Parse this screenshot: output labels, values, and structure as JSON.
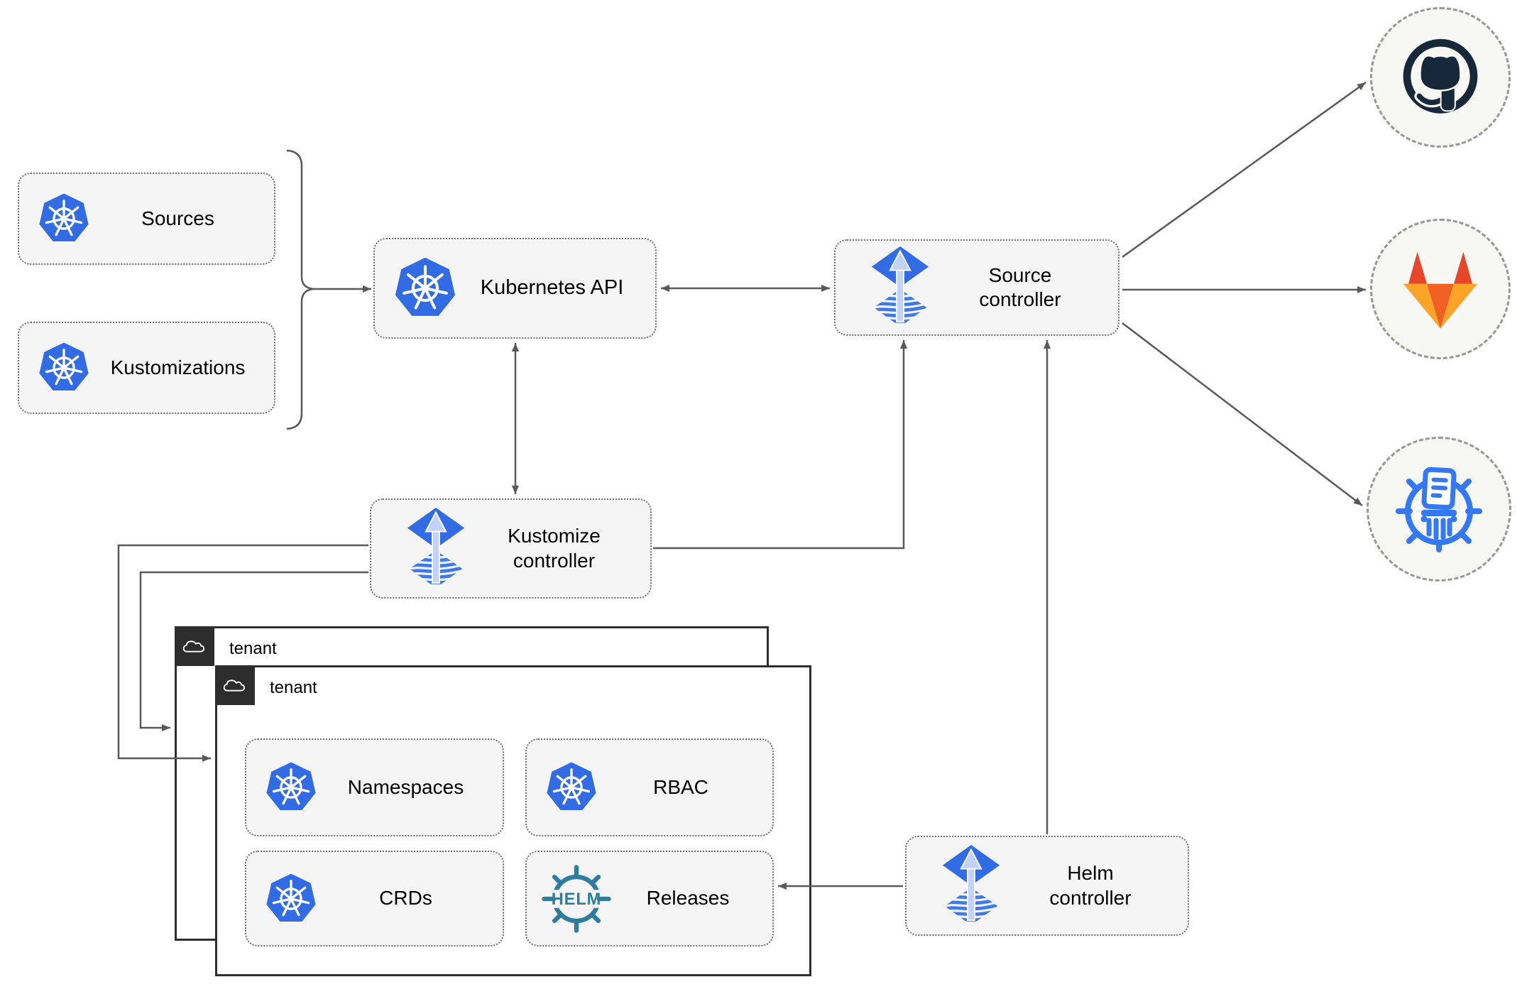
{
  "diagram": {
    "nodes": {
      "sources": {
        "label": "Sources",
        "icon": "kubernetes-icon"
      },
      "kustomizations": {
        "label": "Kustomizations",
        "icon": "kubernetes-icon"
      },
      "kubernetes_api": {
        "label": "Kubernetes API",
        "icon": "kubernetes-icon"
      },
      "source_controller": {
        "label": "Source\ncontroller",
        "icon": "flux-icon"
      },
      "kustomize_controller": {
        "label": "Kustomize\ncontroller",
        "icon": "flux-icon"
      },
      "helm_controller": {
        "label": "Helm\ncontroller",
        "icon": "flux-icon"
      },
      "namespaces": {
        "label": "Namespaces",
        "icon": "kubernetes-icon"
      },
      "rbac": {
        "label": "RBAC",
        "icon": "kubernetes-icon"
      },
      "crds": {
        "label": "CRDs",
        "icon": "kubernetes-icon"
      },
      "releases": {
        "label": "Releases",
        "icon": "helm-icon"
      }
    },
    "containers": {
      "outer_tenant": {
        "label": "tenant",
        "icon": "cloud-icon"
      },
      "inner_tenant": {
        "label": "tenant",
        "icon": "cloud-icon"
      }
    },
    "external_targets": {
      "github": {
        "icon": "github-icon"
      },
      "gitlab": {
        "icon": "gitlab-icon"
      },
      "registry": {
        "icon": "artifact-registry-icon"
      }
    },
    "icons": {
      "helm_wheel_text": "HELM"
    },
    "edges": [
      {
        "from": "sources/kustomizations",
        "to": "kubernetes_api",
        "style": "arrow"
      },
      {
        "from": "kubernetes_api",
        "to": "source_controller",
        "style": "double-arrow"
      },
      {
        "from": "kubernetes_api",
        "to": "kustomize_controller",
        "style": "double-arrow"
      },
      {
        "from": "kustomize_controller",
        "to": "source_controller",
        "style": "arrow"
      },
      {
        "from": "kustomize_controller",
        "to": "inner_tenant",
        "style": "arrow"
      },
      {
        "from": "kustomize_controller",
        "to": "outer_tenant",
        "style": "arrow"
      },
      {
        "from": "helm_controller",
        "to": "source_controller",
        "style": "arrow"
      },
      {
        "from": "helm_controller",
        "to": "releases",
        "style": "arrow"
      },
      {
        "from": "source_controller",
        "to": "github",
        "style": "arrow"
      },
      {
        "from": "source_controller",
        "to": "gitlab",
        "style": "arrow"
      },
      {
        "from": "source_controller",
        "to": "registry",
        "style": "arrow"
      }
    ],
    "colors": {
      "node_fill": "#f5f5f5",
      "node_border": "#6e6e6e",
      "connector": "#595959",
      "tenant_border": "#2f2f2f",
      "tenant_tab": "#2d2d2d",
      "kubernetes_blue": "#326ce5",
      "flux_blue": "#316ce4",
      "flux_arrow_pale": "#c3d3f7",
      "helm_teal": "#2e7d9e",
      "github_dark": "#16283a",
      "gitlab_red": "#e8462b",
      "gitlab_orange": "#f06022",
      "gitlab_yellow": "#fba428",
      "registry_blue": "#3478f6"
    }
  }
}
